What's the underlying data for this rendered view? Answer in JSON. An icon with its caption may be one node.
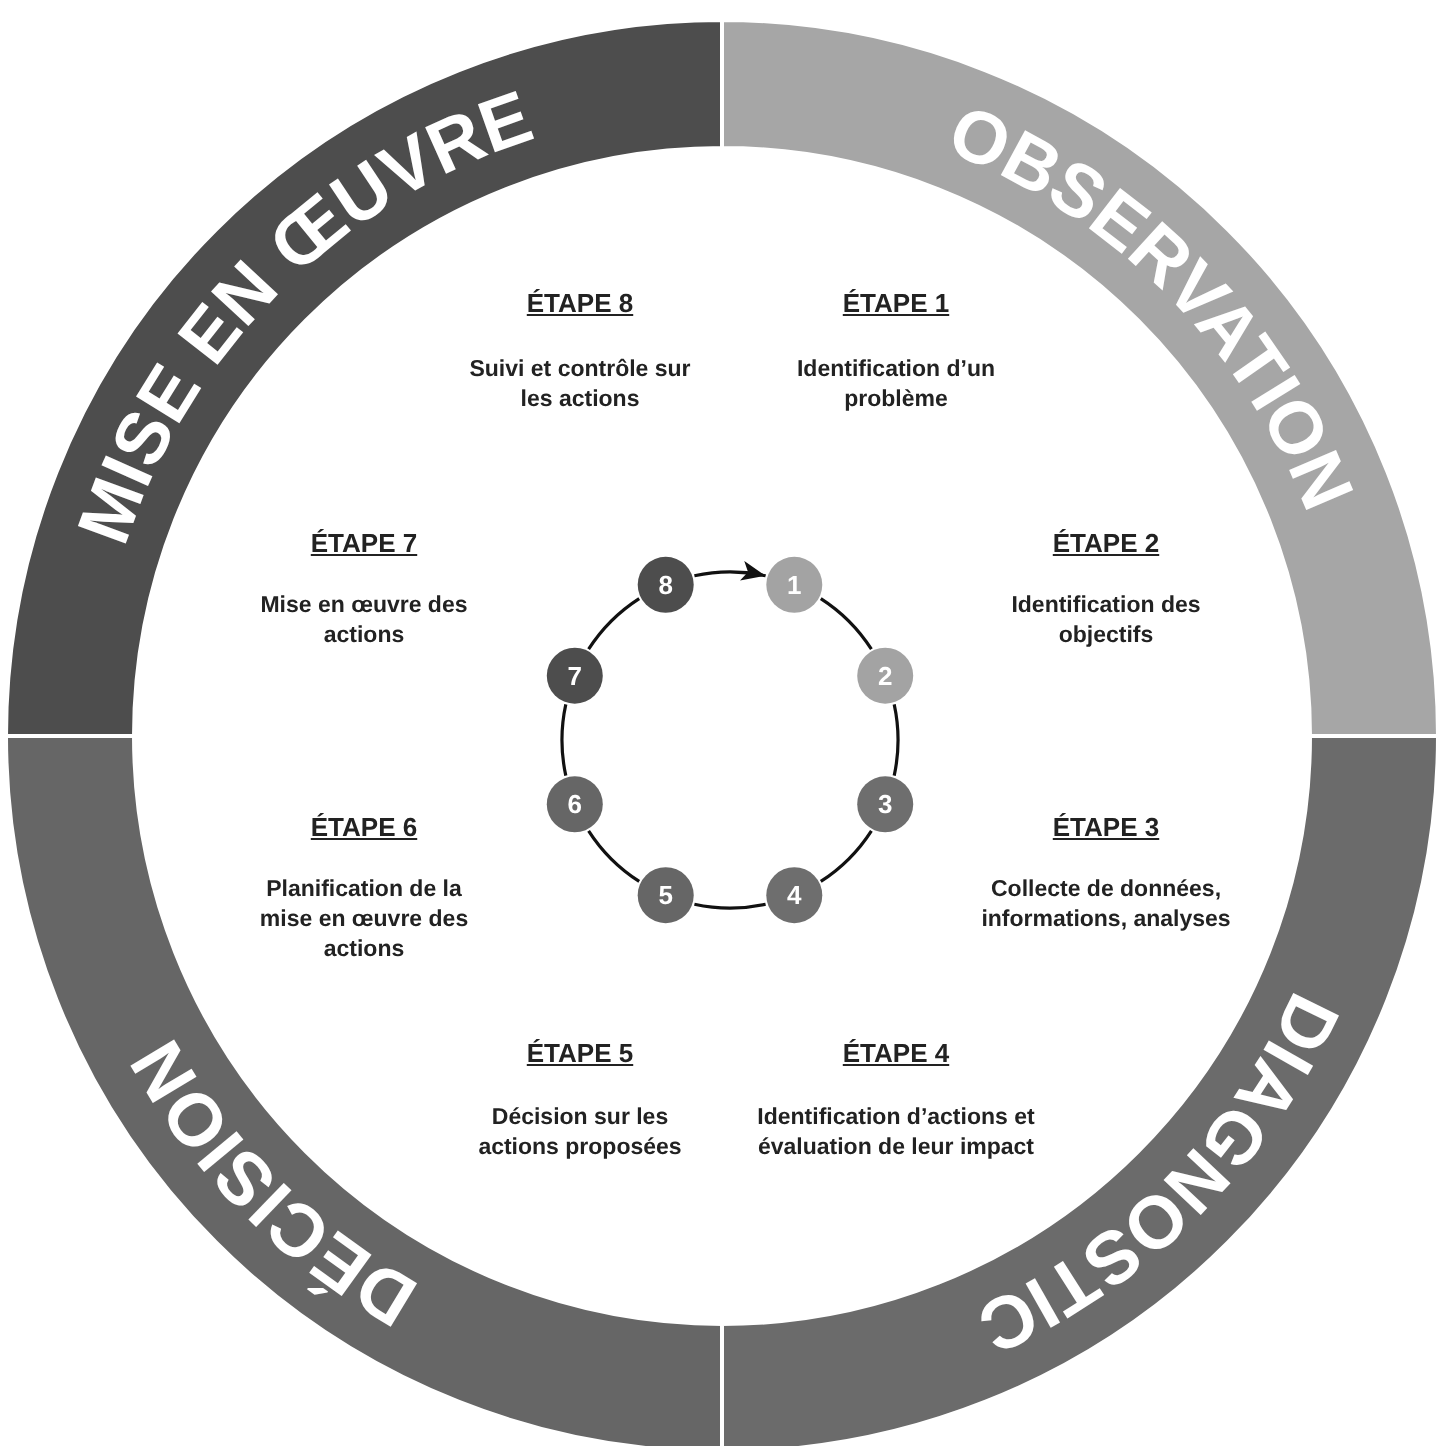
{
  "diagram": {
    "nodes": [
      {
        "text": [
          "MISE EN ŒUVRE"
        ]
      },
      {
        "text": [
          "OBSERVATION"
        ]
      },
      {
        "text": [
          "DÉCISION"
        ]
      },
      {
        "text": [
          "DIAGNOSTIC"
        ]
      },
      {
        "text": [
          "1"
        ]
      },
      {
        "text": [
          "2"
        ]
      },
      {
        "text": [
          "3"
        ]
      },
      {
        "text": [
          "4"
        ]
      },
      {
        "text": [
          "5"
        ]
      },
      {
        "text": [
          "6"
        ]
      },
      {
        "text": [
          "7"
        ]
      },
      {
        "text": [
          "8"
        ]
      }
    ],
    "edges": [
      {
        "from": 4,
        "to": 5,
        "arrow": "none"
      },
      {
        "from": 5,
        "to": 6,
        "arrow": "none"
      },
      {
        "from": 6,
        "to": 7,
        "arrow": "none"
      },
      {
        "from": 7,
        "to": 8,
        "arrow": "none"
      },
      {
        "from": 8,
        "to": 9,
        "arrow": "none"
      },
      {
        "from": 9,
        "to": 10,
        "arrow": "none"
      },
      {
        "from": 10,
        "to": 11,
        "arrow": "none"
      },
      {
        "from": 11,
        "to": 4,
        "arrow": "to"
      }
    ],
    "labels": [
      "ÉTAPE 8",
      "Suivi et contrôle sur les actions",
      "ÉTAPE 1",
      "Identification d’un problème",
      "ÉTAPE 7",
      "Mise en œuvre des actions",
      "ÉTAPE 2",
      "Identification des objectifs",
      "ÉTAPE 6",
      "Planification de la mise en œuvre des actions",
      "ÉTAPE 3",
      "Collecte de données, informations, analyses",
      "ÉTAPE 5",
      "Décision sur les actions proposées",
      "ÉTAPE 4",
      "Identification d’actions et évaluation de leur impact"
    ]
  }
}
